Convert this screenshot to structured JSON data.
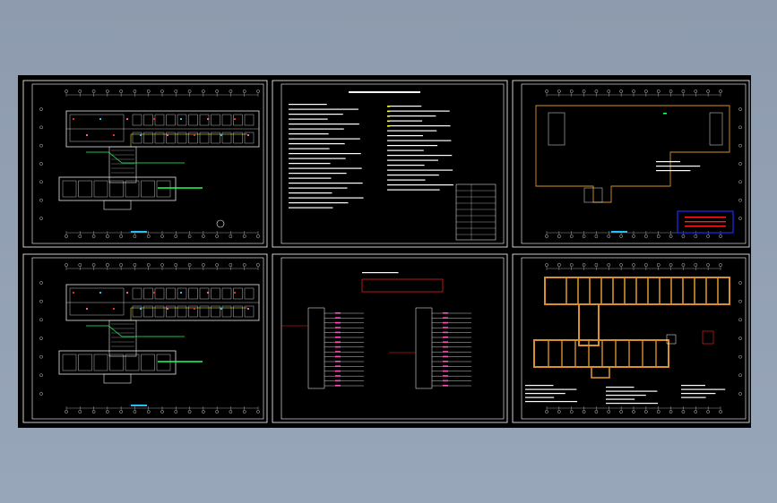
{
  "viewport": {
    "background": "#94a2b6",
    "canvas_background": "#000000"
  },
  "colors": {
    "frame": "#ffffff",
    "wall": "#e8e8e8",
    "foundation": "#d8902a",
    "accent_red": "#ff2020",
    "accent_blue": "#1a2cff",
    "accent_green": "#20ff60",
    "accent_cyan": "#20c0ff",
    "accent_yellow": "#ffff40",
    "accent_magenta": "#ff50c0"
  },
  "sheets": [
    {
      "id": "floor-plan-1",
      "kind": "floor-plan"
    },
    {
      "id": "design-notes",
      "kind": "notes"
    },
    {
      "id": "site-outline",
      "kind": "site"
    },
    {
      "id": "floor-plan-2",
      "kind": "floor-plan"
    },
    {
      "id": "system-diagram",
      "kind": "schematic"
    },
    {
      "id": "foundation-plan",
      "kind": "foundation"
    }
  ]
}
